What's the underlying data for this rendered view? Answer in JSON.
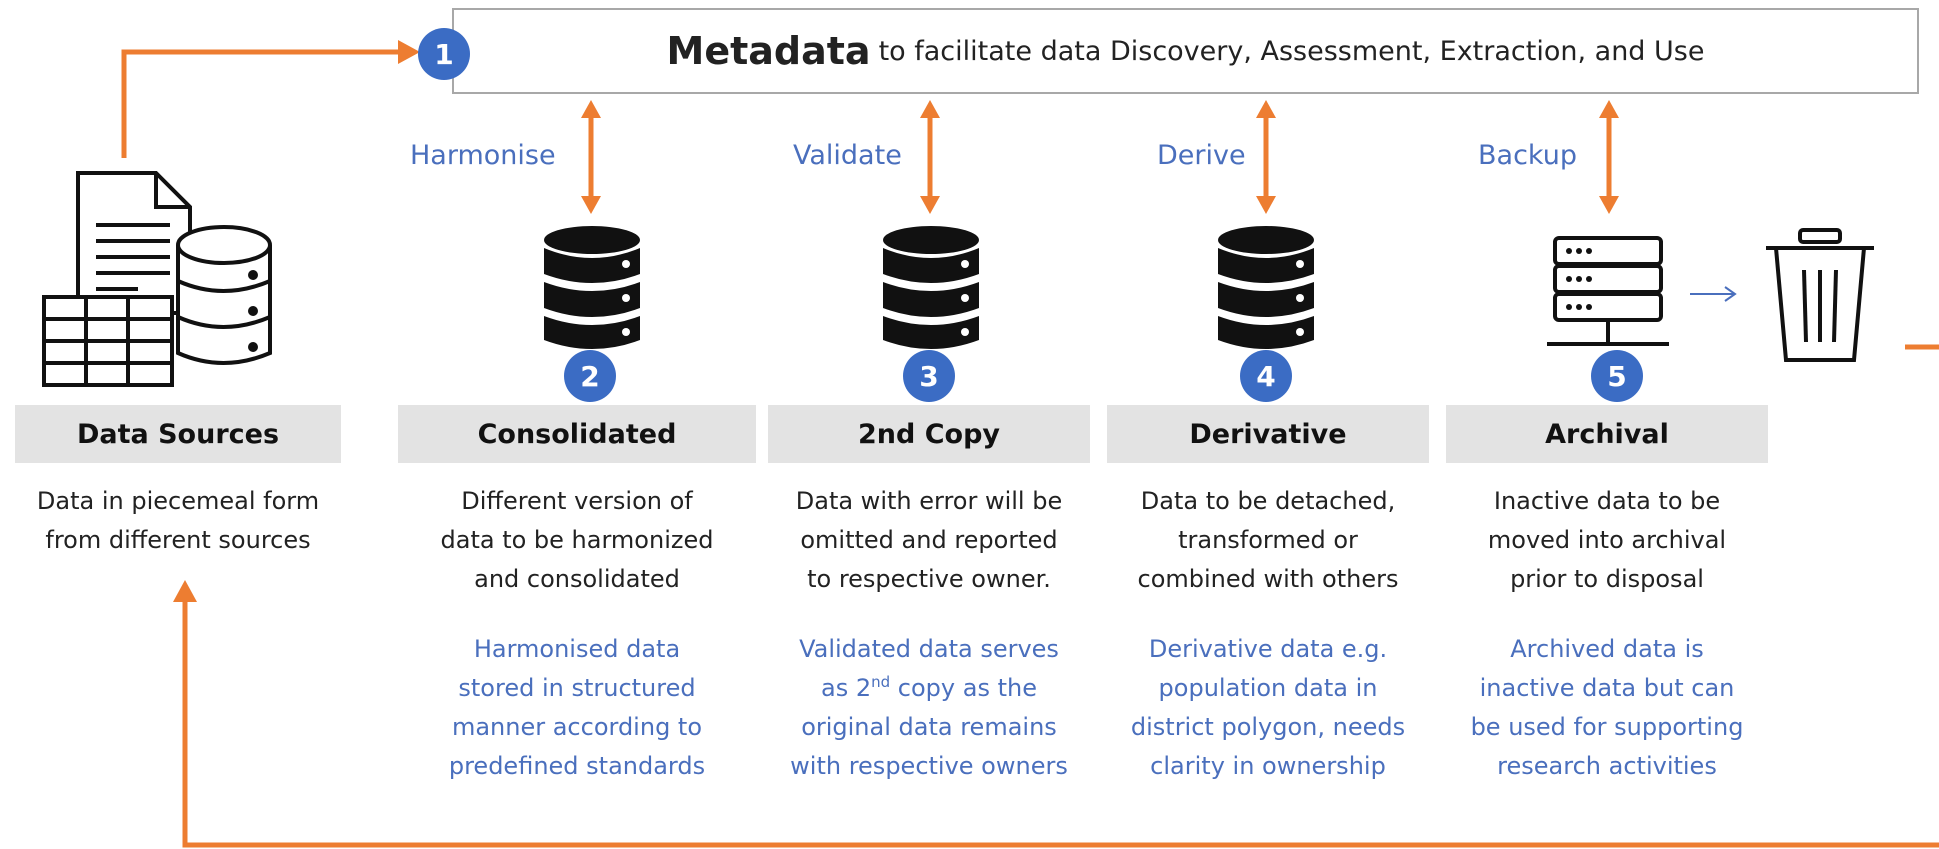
{
  "metadata": {
    "title": "Metadata",
    "subtitle": "to facilitate data Discovery, Assessment, Extraction, and Use",
    "badge": "1"
  },
  "sources": {
    "title": "Data Sources",
    "desc": [
      "Data in piecemeal form",
      "from different sources"
    ]
  },
  "stages": [
    {
      "badge": "2",
      "label": "Harmonise",
      "title": "Consolidated",
      "desc": [
        "Different version of",
        "data to be harmonized",
        "and consolidated"
      ],
      "note": [
        "Harmonised data",
        "stored in structured",
        "manner according to",
        "predefined standards"
      ]
    },
    {
      "badge": "3",
      "label": "Validate",
      "title": "2nd Copy",
      "desc": [
        "Data with error will be",
        "omitted and reported",
        "to respective owner."
      ],
      "note_line1": "Validated data serves",
      "note_line2_pre": "as 2",
      "note_line2_sup": "nd",
      "note_line2_post": " copy as the",
      "note_rest": [
        "original data remains",
        "with respective owners"
      ]
    },
    {
      "badge": "4",
      "label": "Derive",
      "title": "Derivative",
      "desc": [
        "Data to be detached,",
        "transformed or",
        "combined with others"
      ],
      "note": [
        "Derivative data e.g.",
        "population data in",
        "district polygon, needs",
        "clarity in ownership"
      ]
    },
    {
      "badge": "5",
      "label": "Backup",
      "title": "Archival",
      "desc": [
        "Inactive data to be",
        "moved into archival",
        "prior to disposal"
      ],
      "note": [
        "Archived data is",
        "inactive data but can",
        "be used for supporting",
        "research activities"
      ]
    }
  ],
  "colors": {
    "flow": "#ed7d31",
    "accent": "#3b6cc4",
    "note": "#4a6fbd",
    "title_bg": "#e3e3e3"
  }
}
